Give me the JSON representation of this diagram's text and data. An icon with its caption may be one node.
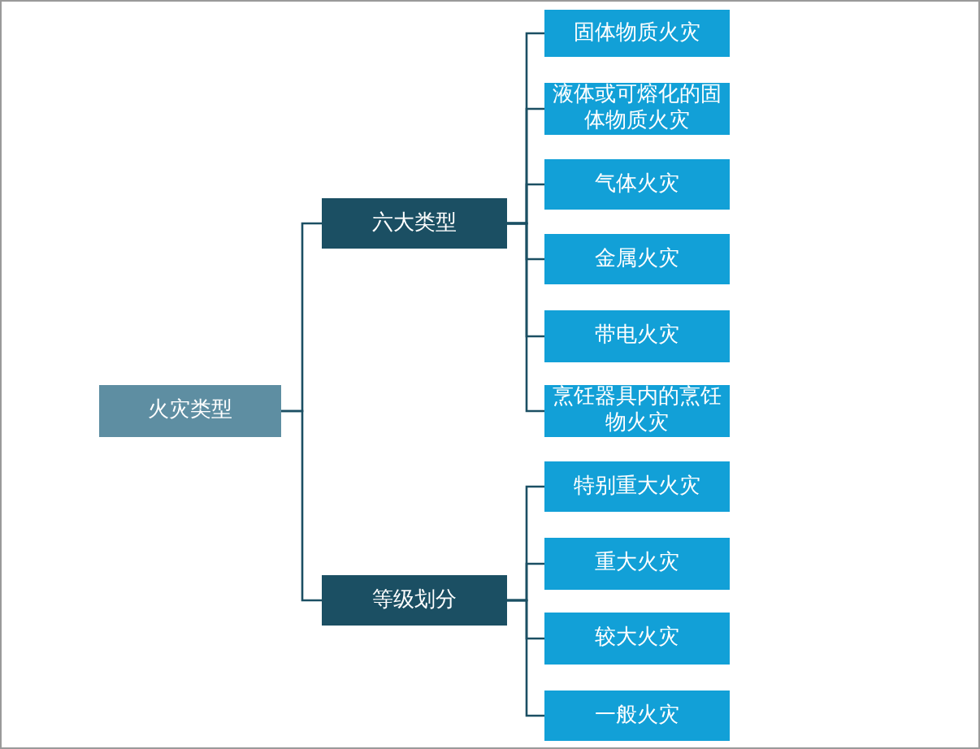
{
  "diagram": {
    "nodes": [
      {
        "text": [
          "火灾类型"
        ]
      },
      {
        "text": [
          "六大类型"
        ]
      },
      {
        "text": [
          "固体物质火灾"
        ]
      },
      {
        "text": [
          "液体或可熔化的固体物质火灾"
        ]
      },
      {
        "text": [
          "气体火灾"
        ]
      },
      {
        "text": [
          "金属火灾"
        ]
      },
      {
        "text": [
          "带电火灾"
        ]
      },
      {
        "text": [
          "烹饪器具内的烹饪物火灾"
        ]
      },
      {
        "text": [
          "等级划分"
        ]
      },
      {
        "text": [
          "特别重大火灾"
        ]
      },
      {
        "text": [
          "重大火灾"
        ]
      },
      {
        "text": [
          "较大火灾"
        ]
      },
      {
        "text": [
          "一般火灾"
        ]
      }
    ],
    "edges": [
      {
        "from": 0,
        "to": 1,
        "arrow": "none"
      },
      {
        "from": 0,
        "to": 8,
        "arrow": "none"
      },
      {
        "from": 1,
        "to": 2,
        "arrow": "none"
      },
      {
        "from": 1,
        "to": 3,
        "arrow": "none"
      },
      {
        "from": 1,
        "to": 4,
        "arrow": "none"
      },
      {
        "from": 1,
        "to": 5,
        "arrow": "none"
      },
      {
        "from": 1,
        "to": 6,
        "arrow": "none"
      },
      {
        "from": 1,
        "to": 7,
        "arrow": "none"
      },
      {
        "from": 8,
        "to": 9,
        "arrow": "none"
      },
      {
        "from": 8,
        "to": 10,
        "arrow": "none"
      },
      {
        "from": 8,
        "to": 11,
        "arrow": "none"
      },
      {
        "from": 8,
        "to": 12,
        "arrow": "none"
      }
    ]
  }
}
